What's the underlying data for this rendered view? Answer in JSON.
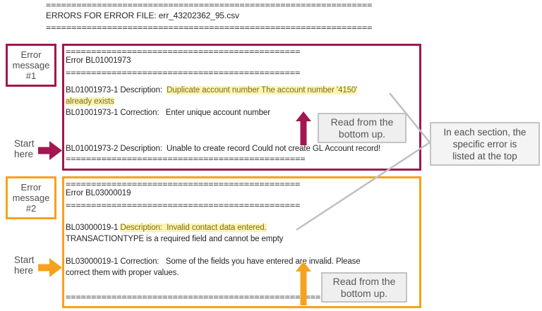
{
  "colors": {
    "maroon": "#A1174F",
    "orange": "#F7A11C",
    "highlight_bg": "#FBF3B8",
    "highlight_text": "#7E7014",
    "gray_note_bg": "#EFEFEF",
    "gray_note_border": "#C3C3C3",
    "annotation_text": "#4f4f4f",
    "leader_line": "#BFBFBF"
  },
  "header": {
    "rule": "================================================================",
    "title": "ERRORS FOR ERROR FILE: err_43202362_95.csv"
  },
  "sections": [
    {
      "label": [
        "Error",
        "message",
        "#1"
      ],
      "title": "Error BL01001973",
      "rule_title": "==============================================",
      "rule_bottom": "===============================================",
      "lines": {
        "desc1_prefix": "BL01001973-1 Description:  ",
        "desc1_highlight": "Duplicate account number The account number '4150'",
        "desc1_cont_highlight": "already exists",
        "correction": "BL01001973-1 Correction:   Enter unique account number",
        "desc2": "BL01001973-2 Description:  Unable to create record Could not create GL Account record!"
      },
      "start_here": [
        "Start",
        "here"
      ],
      "read_note": [
        "Read from the",
        "bottom up."
      ]
    },
    {
      "label": [
        "Error",
        "message",
        "#2"
      ],
      "title": "Error BL03000019",
      "rule_title": "==============================================",
      "rule_bottom": "==================================================",
      "lines": {
        "desc1_prefix": "BL03000019-1 ",
        "desc1_highlight": "Description:  Invalid contact data entered.",
        "desc1_cont": "TRANSACTIONTYPE is a required field and cannot be empty",
        "correction1": "BL03000019-1 Correction:   Some of the fields you have entered are invalid. Please",
        "correction2": "correct them with proper values."
      },
      "start_here": [
        "Start",
        "here"
      ],
      "read_note": [
        "Read from the",
        "bottom up."
      ]
    }
  ],
  "callout": {
    "lines": [
      "In each section, the",
      "specific error is",
      "listed at the top"
    ]
  }
}
